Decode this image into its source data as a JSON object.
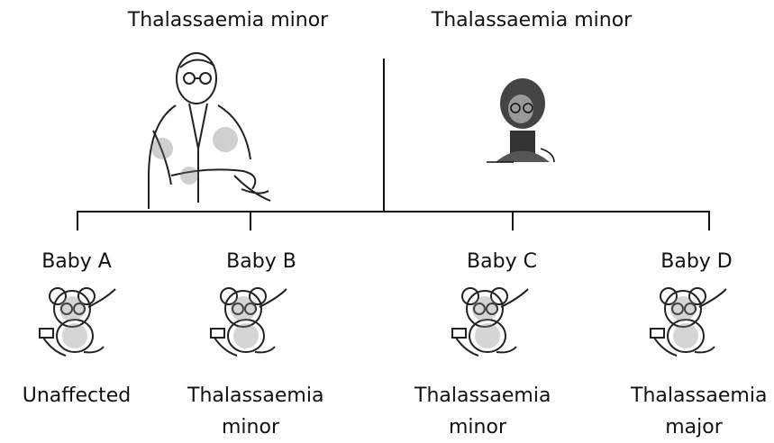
{
  "parents": [
    {
      "label": "Thalassaemia minor"
    },
    {
      "label": "Thalassaemia minor"
    }
  ],
  "babies": [
    {
      "name": "Baby A",
      "status": "Unaffected"
    },
    {
      "name": "Baby B",
      "status": "Thalassaemia minor"
    },
    {
      "name": "Baby C",
      "status": "Thalassaemia minor"
    },
    {
      "name": "Baby D",
      "status": "Thalassaemia major"
    }
  ]
}
